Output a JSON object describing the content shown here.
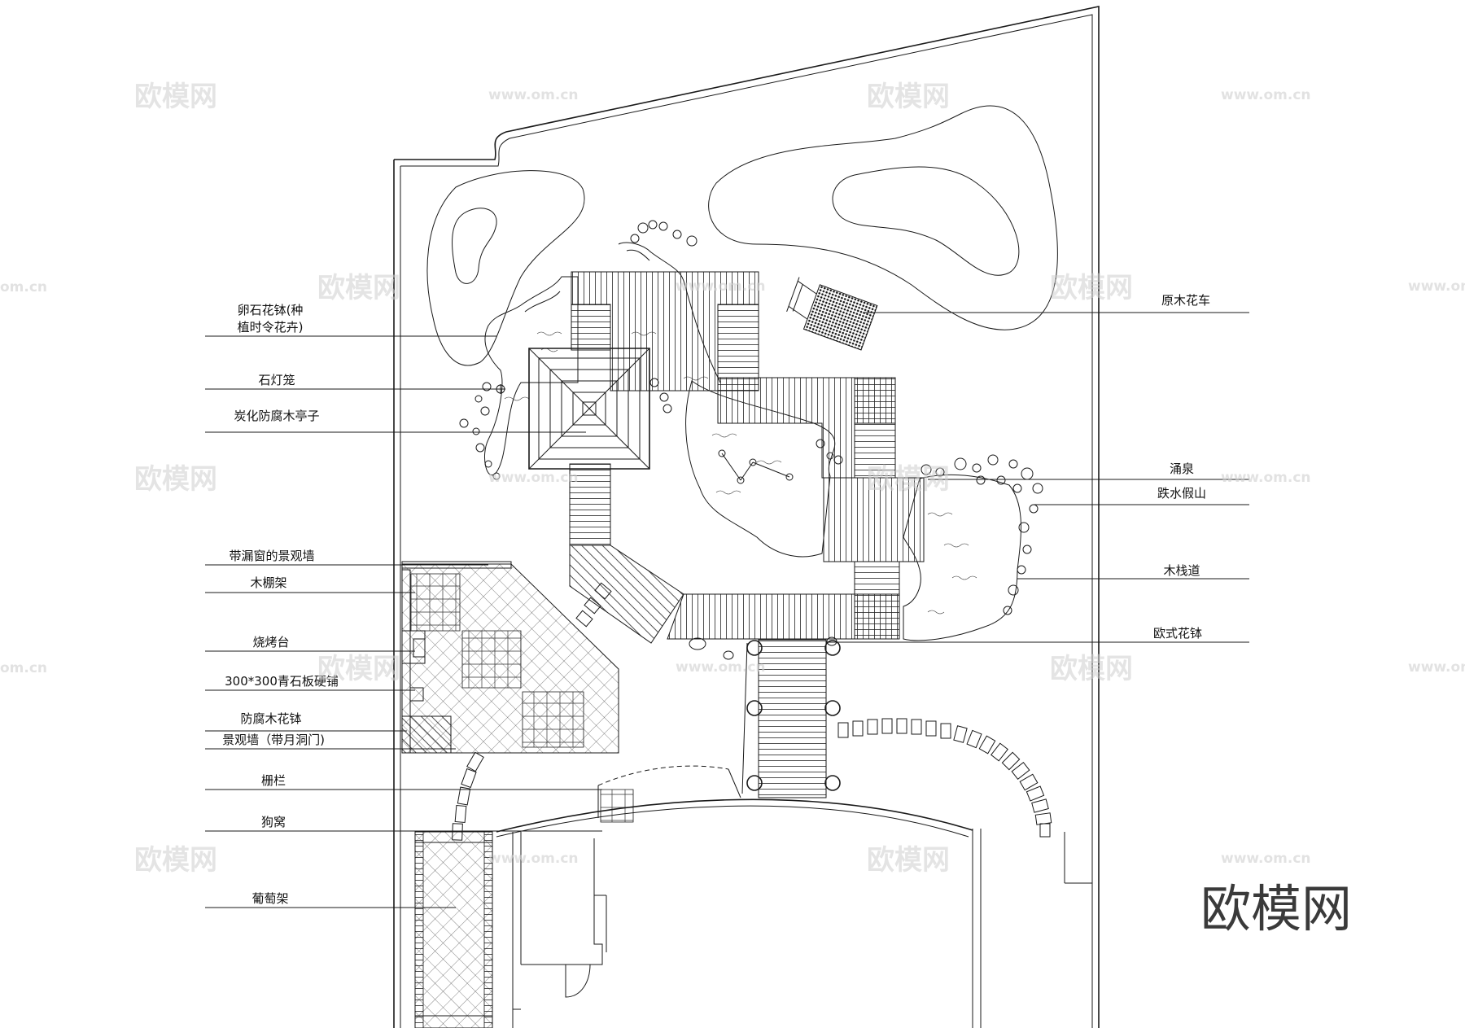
{
  "labels_left": [
    {
      "id": "pebble-planter",
      "lines": [
        "卵石花钵(种",
        "植时令花卉)"
      ]
    },
    {
      "id": "stone-lantern",
      "lines": [
        "石灯笼"
      ]
    },
    {
      "id": "pavilion",
      "lines": [
        "炭化防腐木亭子"
      ]
    },
    {
      "id": "feature-wall-window",
      "lines": [
        "带漏窗的景观墙"
      ]
    },
    {
      "id": "wood-trellis",
      "lines": [
        "木棚架"
      ]
    },
    {
      "id": "bbq",
      "lines": [
        "烧烤台"
      ]
    },
    {
      "id": "bluestone-paving",
      "lines": [
        "300*300青石板硬铺"
      ]
    },
    {
      "id": "wood-planter",
      "lines": [
        "防腐木花钵"
      ]
    },
    {
      "id": "moon-gate-wall",
      "lines": [
        "景观墙（带月洞门)"
      ]
    },
    {
      "id": "fence",
      "lines": [
        "栅栏"
      ]
    },
    {
      "id": "doghouse",
      "lines": [
        "狗窝"
      ]
    },
    {
      "id": "grape-trellis",
      "lines": [
        "葡萄架"
      ]
    }
  ],
  "labels_right": [
    {
      "id": "wood-cart",
      "text": "原木花车"
    },
    {
      "id": "fountain",
      "text": "涌泉"
    },
    {
      "id": "waterfall-rockery",
      "text": "跌水假山"
    },
    {
      "id": "boardwalk",
      "text": "木栈道"
    },
    {
      "id": "euro-planter",
      "text": "欧式花钵"
    }
  ],
  "watermark": {
    "brand": "欧模网",
    "url": "www.om.cn",
    "url_partial": "om.cn"
  },
  "colors": {
    "line": "#1a1a1a",
    "watermark": "#cfcfcf",
    "brand": "#3a3a3a"
  }
}
